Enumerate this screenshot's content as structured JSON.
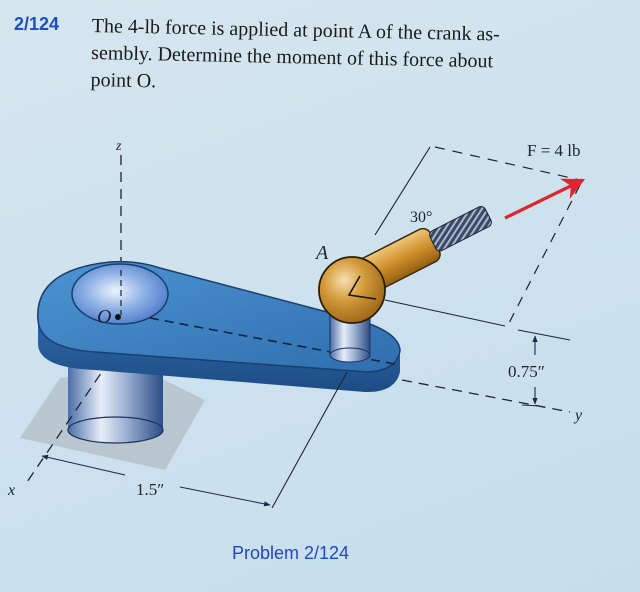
{
  "problem": {
    "number": "2/124",
    "text_line1": "The 4-lb force is applied at point A of the crank as-",
    "text_line2": "sembly. Determine the moment of this force about",
    "text_line3": "point O.",
    "caption": "Problem 2/124"
  },
  "diagram": {
    "labels": {
      "z_axis": "z",
      "x_axis": "x",
      "y_axis": "y",
      "point_o": "O",
      "point_a": "A",
      "force": "F = 4 lb",
      "angle": "30°",
      "height_dim": "0.75″",
      "length_dim": "1.5″"
    },
    "values": {
      "force_lb": 4,
      "angle_deg": 30,
      "height_in": 0.75,
      "length_in": 1.5
    },
    "colors": {
      "force_arrow": "#e0252f",
      "crank_body": "#3a7fc1",
      "handle": "#c98a2a",
      "problem_number": "#1d4fc4",
      "caption": "#2345c9"
    }
  }
}
